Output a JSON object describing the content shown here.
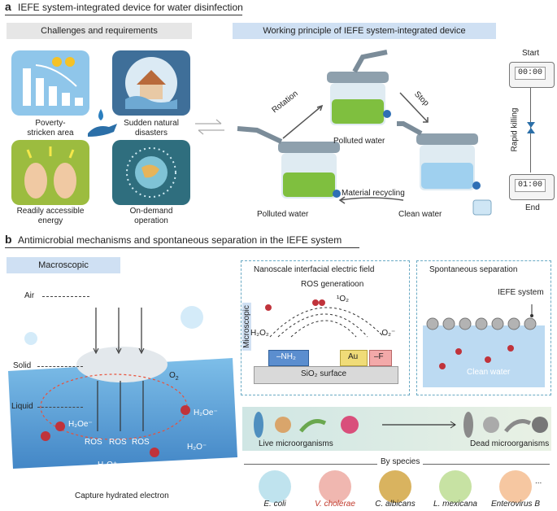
{
  "panel_a": {
    "letter": "a",
    "title": "IEFE system-integrated device for water disinfection",
    "challenges_header": "Challenges and requirements",
    "working_header": "Working principle of IEFE system-integrated device",
    "challenges": [
      {
        "label": "Poverty-\nstricken area"
      },
      {
        "label": "Sudden natural\ndisasters"
      },
      {
        "label": "Readily accessible\nenergy"
      },
      {
        "label": "On-demand\noperation"
      }
    ],
    "device_labels": {
      "rotation": "Rotation",
      "stop": "Stop",
      "polluted_top": "Polluted water",
      "polluted_left": "Polluted water",
      "clean": "Clean water",
      "recycling": "Material recycling"
    },
    "timeline": {
      "start": "Start",
      "start_time": "00:00",
      "rapid": "Rapid killing",
      "end_time": "01:00",
      "end": "End"
    }
  },
  "panel_b": {
    "letter": "b",
    "title": "Antimicrobial mechanisms and spontaneous separation in the IEFE system",
    "macroscopic": "Macroscopic",
    "air": "Air",
    "solid": "Solid",
    "liquid": "Liquid",
    "o2": "O",
    "ros": [
      "ROS",
      "ROS",
      "ROS"
    ],
    "h2oe": "H₂Oe⁻",
    "h2o_minus": "H₂O⁻",
    "h2o_plus": "H₂O⁺",
    "capture": "Capture hydrated electron",
    "nano_title": "Nanoscale interfacial electric field",
    "microscopic": "Microscopic",
    "ros_gen": "ROS generatioon",
    "singlet": "¹O₂",
    "h2o2": "H₂O₂",
    "superoxide": "·O₂⁻",
    "nh2": "–NH₂",
    "au": "Au",
    "f": "–F",
    "sio2": "SiO₂ surface",
    "sep_title": "Spontaneous separation",
    "iefe": "IEFE system",
    "clean_water": "Clean water",
    "live": "Live microorganisms",
    "dead": "Dead microorganisms",
    "by_species": "By species",
    "species": [
      {
        "name": "E. coli",
        "color": "#bfe3ee"
      },
      {
        "name": "V. cholerae",
        "color": "#f0b7b0"
      },
      {
        "name": "C. albicans",
        "color": "#d9b35f"
      },
      {
        "name": "L. mexicana",
        "color": "#c7e2a3"
      },
      {
        "name": "Enterovirus B",
        "color": "#f6c7a1"
      }
    ],
    "ellipsis": "..."
  }
}
